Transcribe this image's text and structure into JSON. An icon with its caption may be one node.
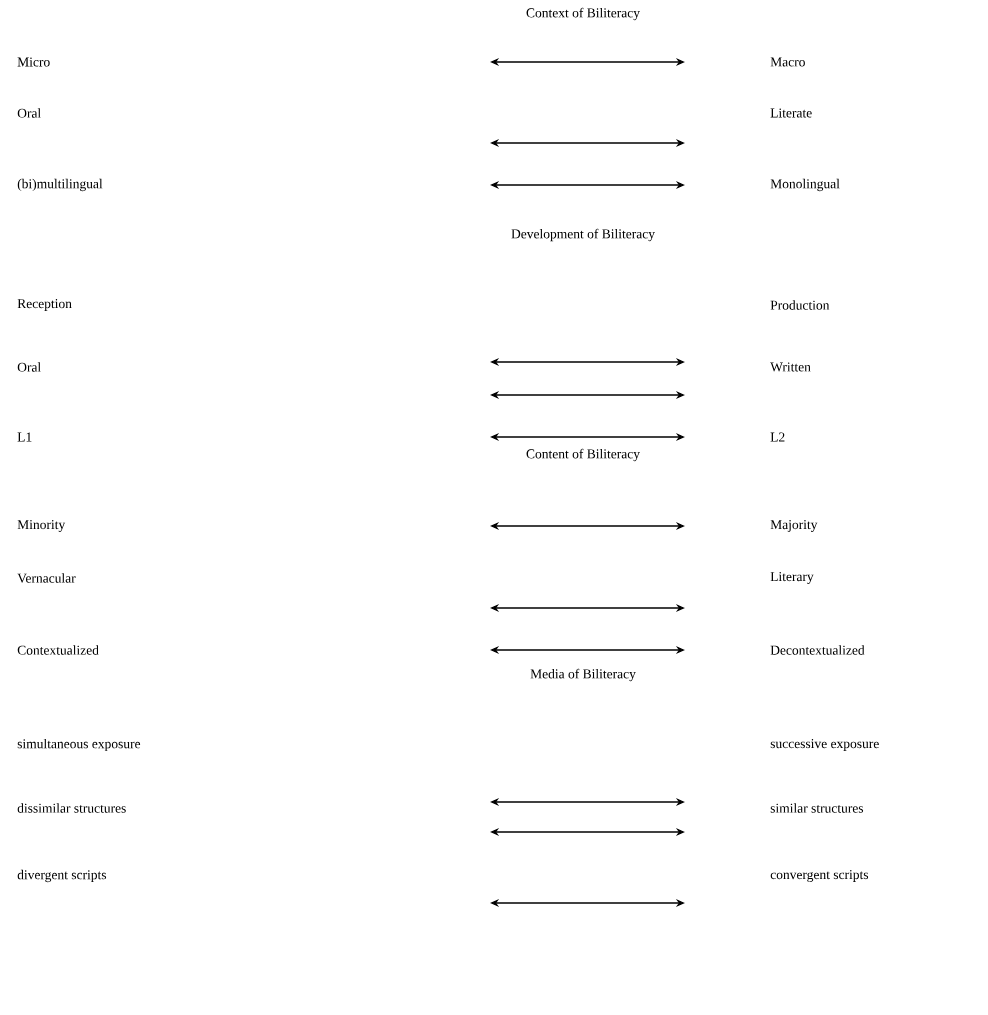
{
  "diagram": {
    "nodes": [
      {
        "text": [
          "Micro"
        ]
      },
      {
        "text": [
          "Macro"
        ]
      },
      {
        "text": [
          "Oral"
        ]
      },
      {
        "text": [
          "Literate"
        ]
      },
      {
        "text": [
          "(bi)multilingual"
        ]
      },
      {
        "text": [
          "Monolingual"
        ]
      },
      {
        "text": [
          "Reception"
        ]
      },
      {
        "text": [
          "Production"
        ]
      },
      {
        "text": [
          "Oral"
        ]
      },
      {
        "text": [
          "Written"
        ]
      },
      {
        "text": [
          "L1"
        ]
      },
      {
        "text": [
          "L2"
        ]
      },
      {
        "text": [
          "Minority"
        ]
      },
      {
        "text": [
          "Majority"
        ]
      },
      {
        "text": [
          "Vernacular"
        ]
      },
      {
        "text": [
          "Literary"
        ]
      },
      {
        "text": [
          "Contextualized"
        ]
      },
      {
        "text": [
          "Decontextualized"
        ]
      },
      {
        "text": [
          "simultaneous exposure"
        ]
      },
      {
        "text": [
          "successive exposure"
        ]
      },
      {
        "text": [
          "dissimilar structures"
        ]
      },
      {
        "text": [
          "similar structures"
        ]
      },
      {
        "text": [
          "divergent scripts"
        ]
      },
      {
        "text": [
          "convergent scripts"
        ]
      }
    ],
    "labels": [
      "Context of Biliteracy",
      "Development of Biliteracy",
      "Content of Biliteracy",
      "Media of Biliteracy"
    ]
  }
}
